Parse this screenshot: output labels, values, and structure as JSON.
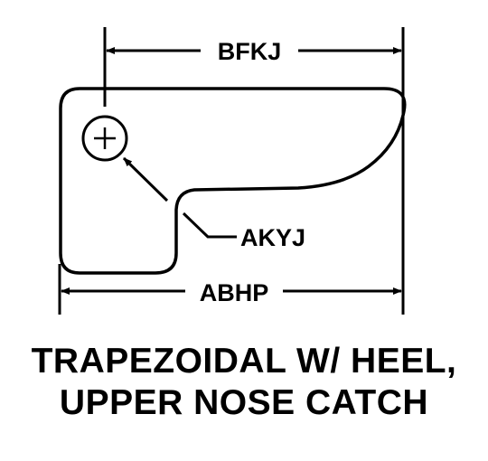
{
  "dimensions": {
    "top_width_label": "BFKJ",
    "bottom_width_label": "ABHP",
    "heel_label": "AKYJ"
  },
  "caption": {
    "line1": "TRAPEZOIDAL W/ HEEL,",
    "line2": "UPPER NOSE CATCH"
  },
  "colors": {
    "ink": "#000000",
    "background": "#ffffff"
  }
}
